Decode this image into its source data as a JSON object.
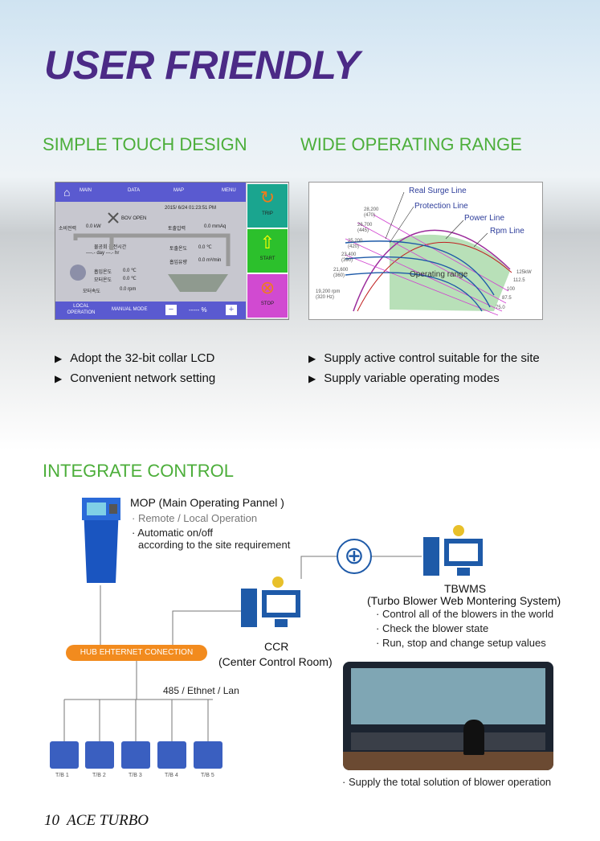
{
  "title": "USER FRIENDLY",
  "sections": {
    "touch": "SIMPLE TOUCH DESIGN",
    "range": "WIDE OPERATING RANGE",
    "integrate": "INTEGRATE CONTROL"
  },
  "bullets_left": [
    "Adopt the 32-bit collar LCD",
    "Convenient network setting"
  ],
  "bullets_right": [
    "Supply active control suitable for the site",
    "Supply variable operating modes"
  ],
  "lcd": {
    "tabs": [
      "MAIN",
      "DATA",
      "MAP",
      "MENU"
    ],
    "datetime": "2015/ 6/24 01:23:51 PM",
    "buttons": [
      "TRIP",
      "START",
      "STOP"
    ],
    "labels": [
      "소비전력",
      "0.0 kW",
      "BOV OPEN",
      "토출압력",
      "0.0 mmAq",
      "물공회 운전시간",
      "----.- day ---.- hr",
      "토출온도",
      "0.0 ℃",
      "흡입유량",
      "0.0 m³/min",
      "흡입온도",
      "0.0 ℃",
      "모터온도",
      "0.0 ℃",
      "모터속도",
      "0.0 rpm"
    ],
    "bottom": [
      "LOCAL OPERATION",
      "MANUAL MODE",
      "----- %"
    ]
  },
  "graph": {
    "lines": [
      "Real Surge Line",
      "Protection Line",
      "Power Line",
      "Rpm Line"
    ],
    "region": "Operating range",
    "y": [
      "28,200 (470)",
      "26,700 (445)",
      "25,200 (420)",
      "23,400 (390)",
      "21,600 (360)",
      "19,200 rpm (320 Hz)"
    ],
    "x": [
      "125kW",
      "112.5",
      "100",
      "87.5",
      "75.0"
    ]
  },
  "mop": {
    "title": "MOP (Main Operating Pannel )",
    "items": [
      "· Remote / Local Operation",
      "· Automatic on/off",
      "according to the site requirement"
    ]
  },
  "tbwms": {
    "title": "TBWMS",
    "subtitle": "(Turbo Blower Web Montering System)",
    "items": [
      "· Control all of the blowers in the world",
      "· Check the blower state",
      "· Run, stop and change setup values"
    ]
  },
  "ccr": {
    "title": "CCR",
    "subtitle": "(Center Control Room)"
  },
  "hub": "HUB EHTERNET CONECTION",
  "network": "485 / Ethnet / Lan",
  "blowers": [
    "T/B 1",
    "T/B 2",
    "T/B 3",
    "T/B 4",
    "T/B 5"
  ],
  "photo_caption": "· Supply the total solution of blower operation",
  "footer": {
    "page": "10",
    "brand": "ACE TURBO"
  },
  "colors": {
    "title": "#4b2a86",
    "section": "#4cae3a",
    "hub": "#f28b1e",
    "accent": "#1e5aa8"
  }
}
